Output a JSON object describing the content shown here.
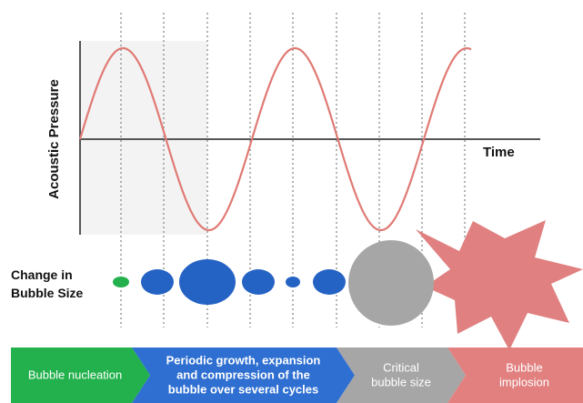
{
  "axes": {
    "y_label": "Acoustic Pressure",
    "x_label": "Time"
  },
  "bubble_row": {
    "label_line1": "Change in",
    "label_line2": "Bubble Size"
  },
  "stages": [
    {
      "lines": [
        "Bubble nucleation"
      ],
      "color": "#22b14c",
      "text_color": "#ffffff",
      "bold": false
    },
    {
      "lines": [
        "Periodic growth, expansion",
        "and compression of the",
        "bubble over several cycles"
      ],
      "color": "#2e6fd1",
      "text_color": "#ffffff",
      "bold": true
    },
    {
      "lines": [
        "Critical",
        "bubble size"
      ],
      "color": "#a6a6a6",
      "text_color": "#ffffff",
      "bold": false
    },
    {
      "lines": [
        "Bubble",
        "implosion"
      ],
      "color": "#e28080",
      "text_color": "#ffffff",
      "bold": false
    }
  ],
  "colors": {
    "wave": "#e07a74",
    "axis": "#555555",
    "dotted": "#888888",
    "nucleus": "#22b14c",
    "bubble": "#2463c4",
    "critical": "#a6a6a6",
    "implosion": "#e08080",
    "shade": "#f2f2f2"
  }
}
